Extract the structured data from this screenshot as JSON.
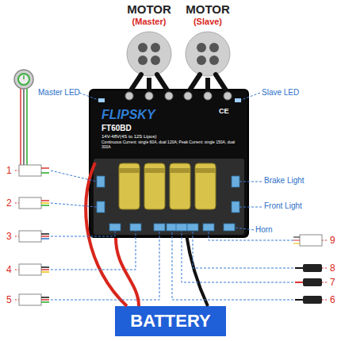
{
  "diagram": {
    "nodes": [
      {
        "text": [
          "MOTOR",
          "(Master)"
        ]
      },
      {
        "text": [
          "MOTOR",
          "(Slave)"
        ]
      },
      {
        "text": [
          "FLIPSKY",
          "FT60BD",
          "14V-48V(4S to 12S Lipos)",
          "Continuous Current: single 60A, dual 120A; Peak Current: single 150A, dual 300A"
        ]
      },
      {
        "text": [
          "BATTERY"
        ]
      }
    ],
    "edges": [
      {
        "from": 0,
        "to": 2,
        "arrow": "none"
      },
      {
        "from": 1,
        "to": 2,
        "arrow": "none"
      },
      {
        "from": 3,
        "to": 2,
        "arrow": "none"
      }
    ],
    "labels": [
      "Master LED",
      "Slave LED",
      "CE",
      "Brake Light",
      "Front Light",
      "Horn",
      "1",
      "2",
      "3",
      "4",
      "5",
      "9",
      "8",
      "7",
      "6"
    ]
  }
}
